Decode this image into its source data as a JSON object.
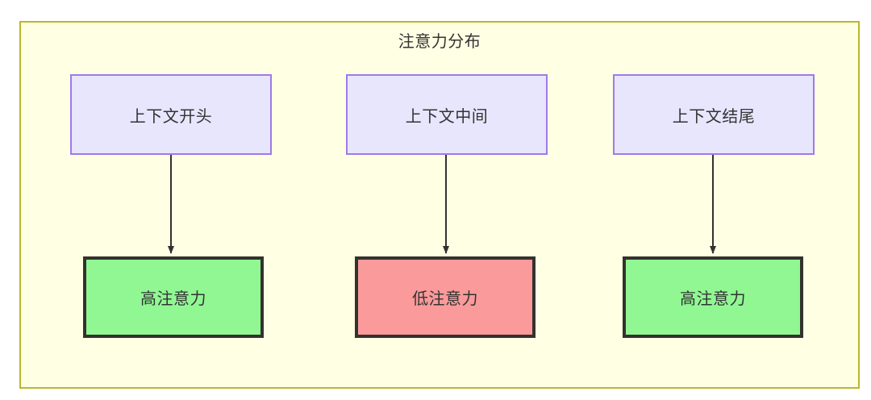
{
  "diagram": {
    "title": "注意力分布",
    "container": {
      "background_color": "#ffffe4",
      "border_color": "#bcb62e"
    },
    "top_nodes": [
      {
        "id": "context-start",
        "label": "上下文开头",
        "fill": "#e8e6fd",
        "stroke": "#9f7ae8"
      },
      {
        "id": "context-middle",
        "label": "上下文中间",
        "fill": "#e8e6fd",
        "stroke": "#9f7ae8"
      },
      {
        "id": "context-end",
        "label": "上下文结尾",
        "fill": "#e8e6fd",
        "stroke": "#9f7ae8"
      }
    ],
    "bottom_nodes": [
      {
        "id": "high-attention-start",
        "label": "高注意力",
        "fill": "#90f793",
        "stroke": "#33322e"
      },
      {
        "id": "low-attention-middle",
        "label": "低注意力",
        "fill": "#fa9a9a",
        "stroke": "#33322e"
      },
      {
        "id": "high-attention-end",
        "label": "高注意力",
        "fill": "#90f793",
        "stroke": "#33322e"
      }
    ],
    "edges": [
      {
        "from": "context-start",
        "to": "high-attention-start",
        "label": ""
      },
      {
        "from": "context-middle",
        "to": "low-attention-middle",
        "label": ""
      },
      {
        "from": "context-end",
        "to": "high-attention-end",
        "label": ""
      }
    ],
    "edge_color": "#33322e"
  }
}
